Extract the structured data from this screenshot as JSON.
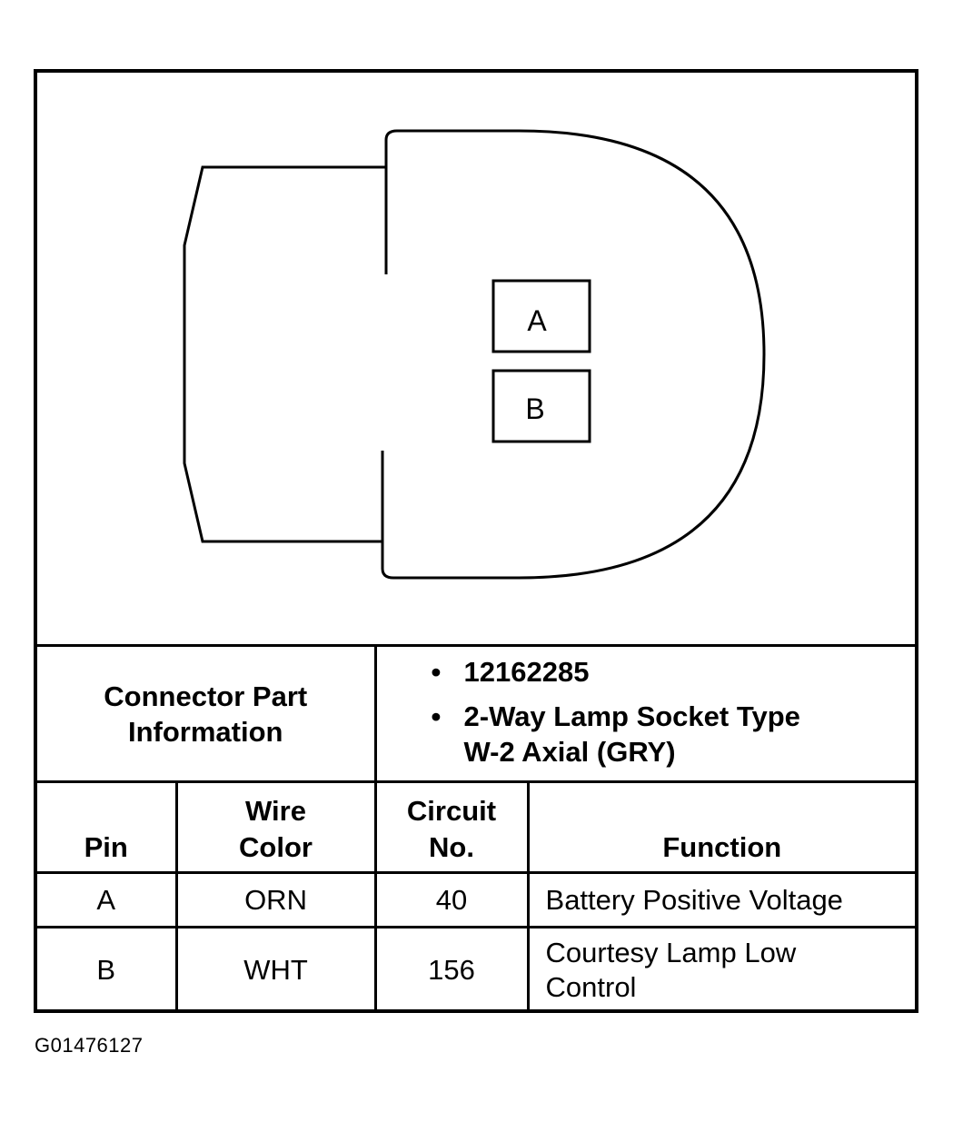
{
  "diagram": {
    "pins": [
      "A",
      "B"
    ]
  },
  "connector_part": {
    "label_line1": "Connector Part",
    "label_line2": "Information",
    "part_number": "12162285",
    "description_line1": "2-Way Lamp Socket Type",
    "description_line2": "W-2 Axial (GRY)"
  },
  "table": {
    "headers": {
      "pin": "Pin",
      "wire_color_line1": "Wire",
      "wire_color_line2": "Color",
      "circuit_line1": "Circuit",
      "circuit_line2": "No.",
      "function": "Function"
    },
    "rows": [
      {
        "pin": "A",
        "wire_color": "ORN",
        "circuit": "40",
        "function_line1": "Battery Positive Voltage",
        "function_line2": ""
      },
      {
        "pin": "B",
        "wire_color": "WHT",
        "circuit": "156",
        "function_line1": "Courtesy Lamp Low",
        "function_line2": "Control"
      }
    ]
  },
  "figure_id": "G01476127"
}
